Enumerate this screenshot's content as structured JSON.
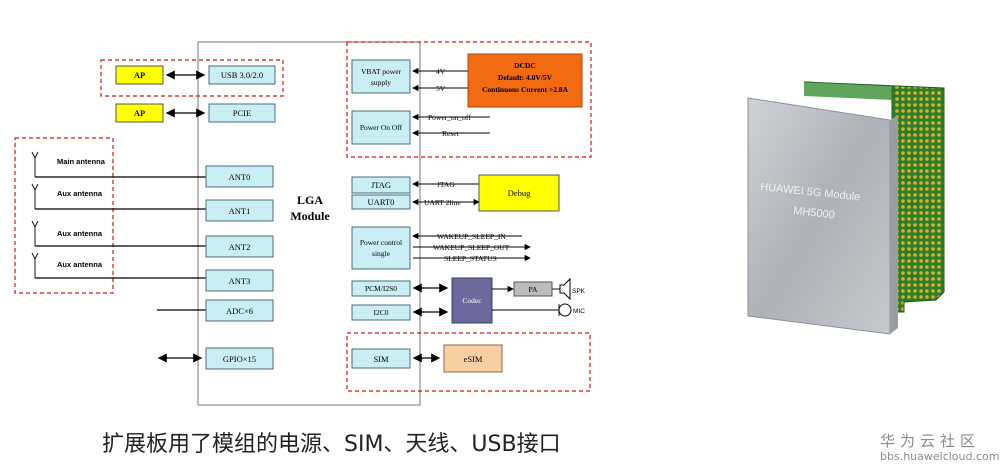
{
  "diagram": {
    "module_label": [
      "LGA",
      "Module"
    ],
    "ap_labels": [
      "AP",
      "AP"
    ],
    "usb_label": "USB 3.0/2.0",
    "pcie_label": "PCIE",
    "antennas": [
      "Main antenna",
      "Aux antenna",
      "Aux antenna",
      "Aux antenna"
    ],
    "ant_ports": [
      "ANT0",
      "ANT1",
      "ANT2",
      "ANT3"
    ],
    "adc_label": "ADC×6",
    "gpio_label": "GPIO×15",
    "vbat_label": [
      "VBAT power",
      "supply"
    ],
    "power_onoff_label": "Power On Off",
    "dcdc": {
      "title": "DCDC",
      "line2": "Default: 4.0V/5V",
      "line3": "Continuous Current >2.8A"
    },
    "v4_label": "4V",
    "v5_label": "5V",
    "power_on_off_signal": "Power_on_off",
    "reset_signal": "Reset",
    "jtag_label": "JTAG",
    "jtag_signal": "JTAG",
    "uart_label": "UART0",
    "uart_signal": "UART 2line",
    "debug_label": "Debug",
    "power_control_label": [
      "Power control",
      "single"
    ],
    "wakeup_in": "WAKEUP_SLEEP_IN",
    "wakeup_out": "WAKEUP_SLEEP_OUT",
    "sleep_status": "SLEEP_STATUS",
    "pcm_label": "PCM/I2S0",
    "i2c_label": "I2C0",
    "codec_label": "Codec",
    "pa_label": "PA",
    "spk_label": "SPK",
    "mic_label": "MIC",
    "sim_label": "SIM",
    "esim_label": "eSIM"
  },
  "product": {
    "brand_line": "HUAWEI 5G Module",
    "model_line": "MH5000"
  },
  "caption": "扩展板用了模组的电源、SIM、天线、USB接口",
  "watermark": {
    "main": "华为云社区",
    "url": "bbs.huaweicloud.com"
  },
  "colors": {
    "dcdc": "#f26b10",
    "yellow": "#ffff00",
    "cyan_box": "#c9eef3",
    "codec": "#6c6a9c",
    "esim": "#f7cfa3",
    "pa": "#bcbcbc",
    "dashed_border": "#d01515",
    "pcb": "#2d7d2a",
    "pads": "#d9b12c"
  }
}
